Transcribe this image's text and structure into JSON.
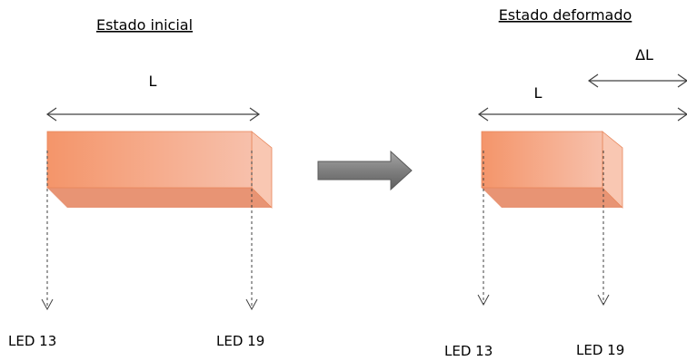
{
  "left_panel": {
    "title": "Estado inicial",
    "length_label": "L",
    "led_left": "LED 13",
    "led_right": "LED 19"
  },
  "right_panel": {
    "title": "Estado deformado",
    "length_label": "L",
    "delta_label": "ΔL",
    "led_left": "LED 13",
    "led_right": "LED 19"
  },
  "colors": {
    "bar_front_left": "#f4956a",
    "bar_front_right": "#f7c0ab",
    "bar_side": "#f9c7b2",
    "bar_bottom": "#e89474",
    "bar_edge": "#e8865a",
    "arrow_fill": "#7f7f7f",
    "line": "#404040"
  }
}
